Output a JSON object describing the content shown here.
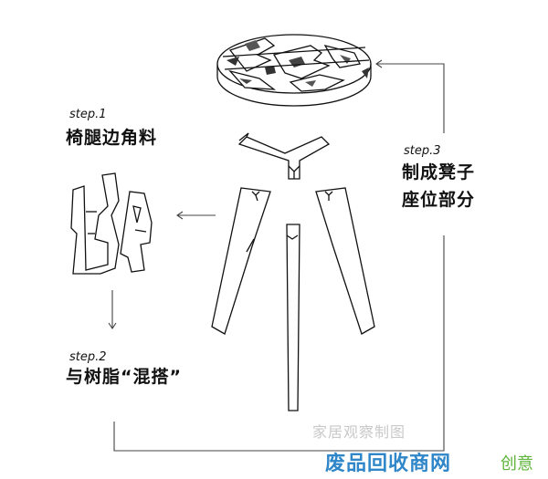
{
  "steps": [
    {
      "id": "step1",
      "label": "step.1",
      "title": "椅腿边角料"
    },
    {
      "id": "step2",
      "label": "step.2",
      "title": "与树脂“混搭”"
    },
    {
      "id": "step3",
      "label": "step.3",
      "title_line1": "制成凳子",
      "title_line2": "座位部分"
    }
  ],
  "watermark": "家居观察制图",
  "brand": {
    "text": "废品回收商网",
    "suffix": "创意",
    "colors": {
      "main": "#2f86c8",
      "accent": "#5fb43a"
    }
  },
  "colors": {
    "line": "#111111",
    "arrow": "#444444"
  }
}
